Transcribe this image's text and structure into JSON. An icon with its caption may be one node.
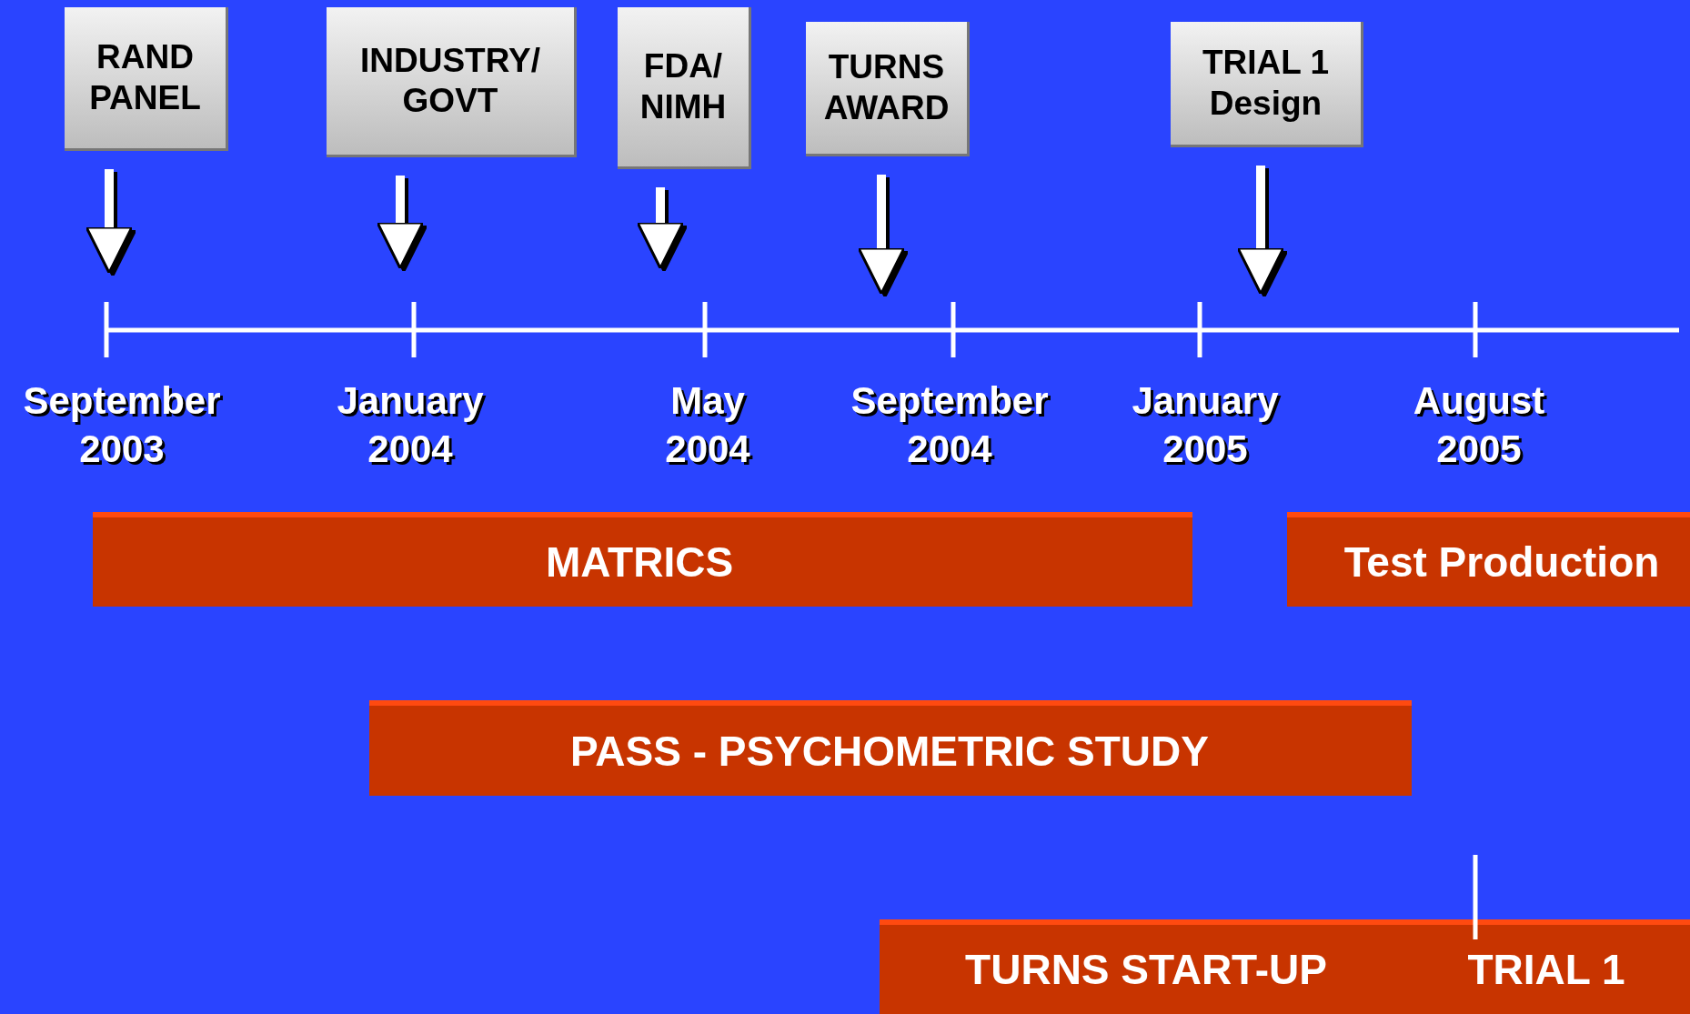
{
  "diagram": {
    "nodes": [
      {
        "text": [
          "RAND PANEL"
        ]
      },
      {
        "text": [
          "INDUSTRY/ GOVT"
        ]
      },
      {
        "text": [
          "FDA/ NIMH"
        ]
      },
      {
        "text": [
          "TURNS AWARD"
        ]
      },
      {
        "text": [
          "TRIAL 1 Design"
        ]
      },
      {
        "text": [
          "MATRICS"
        ]
      },
      {
        "text": [
          "Test Production"
        ]
      },
      {
        "text": [
          "PASS - PSYCHOMETRIC STUDY"
        ]
      },
      {
        "text": [
          "TURNS START-UP",
          "TRIAL 1"
        ]
      }
    ],
    "edges": [
      {
        "from": 0,
        "to": null,
        "arrow": "to"
      },
      {
        "from": 1,
        "to": null,
        "arrow": "to"
      },
      {
        "from": 2,
        "to": null,
        "arrow": "to"
      },
      {
        "from": 3,
        "to": null,
        "arrow": "to"
      },
      {
        "from": 4,
        "to": null,
        "arrow": "to"
      }
    ],
    "labels": [
      "September 2003",
      "January 2004",
      "May 2004",
      "September 2004",
      "January 2005",
      "August 2005"
    ]
  }
}
